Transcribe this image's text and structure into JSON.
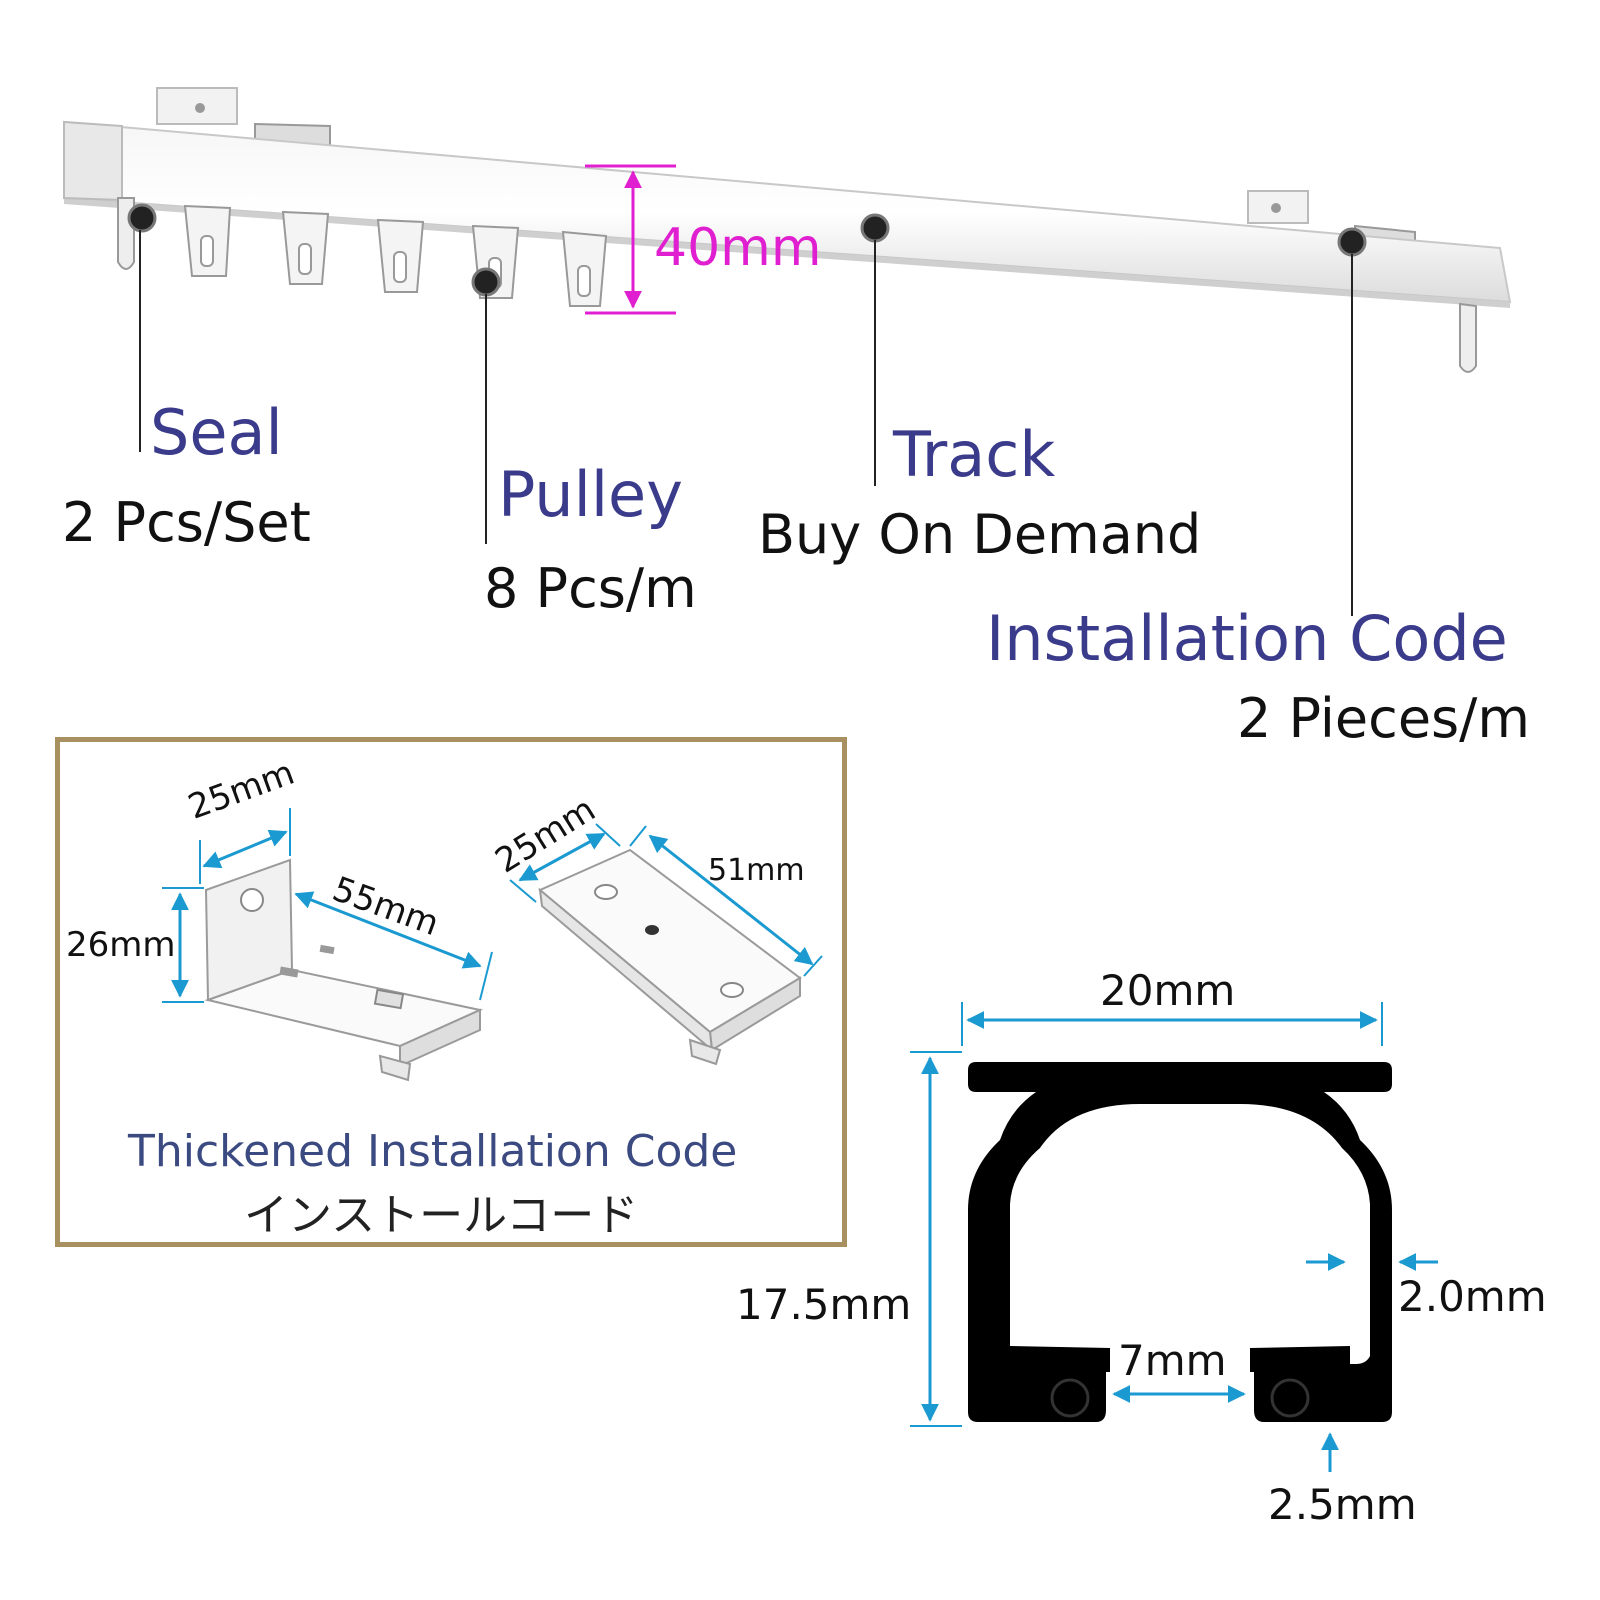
{
  "colors": {
    "title": "#3b3b8c",
    "text": "#111111",
    "accent_dim": "#e020d0",
    "dim_line": "#1a9ad0",
    "box_border": "#a89060",
    "profile": "#000000"
  },
  "track_diagram": {
    "height_dim": "40mm",
    "labels": {
      "seal": {
        "title": "Seal",
        "sub": "2 Pcs/Set"
      },
      "pulley": {
        "title": "Pulley",
        "sub": "8 Pcs/m"
      },
      "track": {
        "title": "Track",
        "sub": "Buy On Demand"
      },
      "installation": {
        "title": "Installation Code",
        "sub": "2 Pieces/m"
      }
    }
  },
  "bracket_box": {
    "title": "Thickened Installation Code",
    "subtitle": "インストールコード",
    "dims": {
      "left_width": "25mm",
      "left_height": "26mm",
      "left_length": "55mm",
      "right_width": "25mm",
      "right_length": "51mm"
    }
  },
  "profile": {
    "width": "20mm",
    "height": "17.5mm",
    "wall": "2.0mm",
    "gap": "7mm",
    "base": "2.5mm"
  }
}
